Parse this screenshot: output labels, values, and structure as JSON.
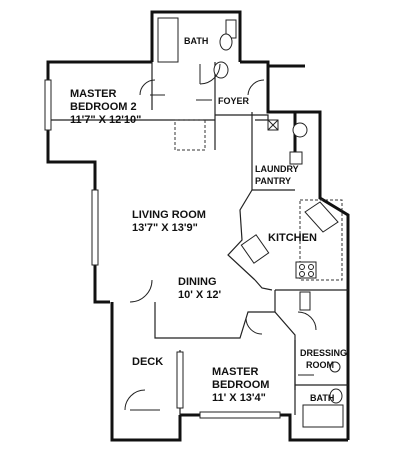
{
  "rooms": {
    "bath_top": {
      "name": "BATH"
    },
    "master2": {
      "name": "MASTER",
      "name2": "BEDROOM 2",
      "dims": "11'7\" X 12'10\""
    },
    "foyer": {
      "name": "FOYER"
    },
    "laundry": {
      "name": "LAUNDRY",
      "name2": "PANTRY"
    },
    "living": {
      "name": "LIVING ROOM",
      "dims": "13'7\" X 13'9\""
    },
    "kitchen": {
      "name": "KITCHEN"
    },
    "dining": {
      "name": "DINING",
      "dims": "10' X 12'"
    },
    "deck": {
      "name": "DECK"
    },
    "dressing": {
      "name": "DRESSING",
      "name2": "ROOM"
    },
    "master": {
      "name": "MASTER",
      "name2": "BEDROOM",
      "dims": "11' X 13'4\""
    },
    "bath_bottom": {
      "name": "BATH"
    }
  }
}
